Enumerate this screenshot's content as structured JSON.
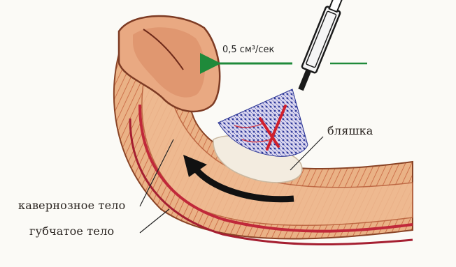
{
  "annotations": {
    "flow_rate": "0,5 см³/сек",
    "plaque": "бляшка",
    "cavernous_body": "кавернозное тело",
    "spongy_body": "губчатое тело"
  },
  "colors": {
    "tissue": "#e7a878",
    "tissue_dark": "#b85f3b",
    "vessel": "#c0283a",
    "spray": "#3b46a8",
    "arrow": "#1f8a3a",
    "plaque": "#f3ece0"
  }
}
